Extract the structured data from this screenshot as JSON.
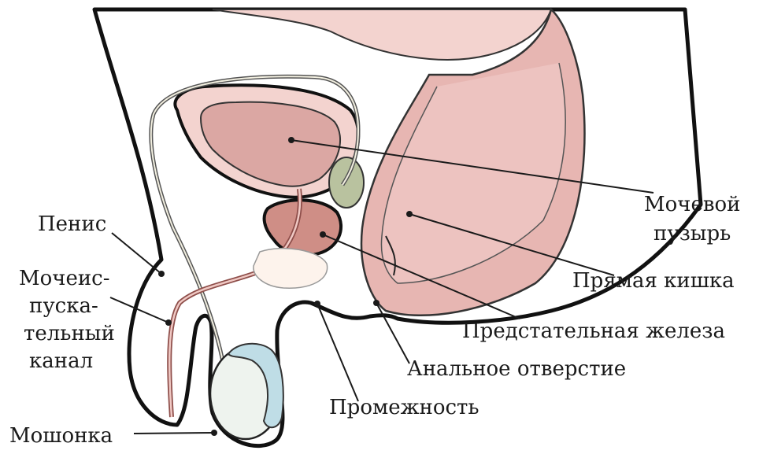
{
  "labels": {
    "bladder": "Мочевой",
    "bladder_2": "пузырь",
    "rectum": "Прямая кишка",
    "prostate": "Предстательная железа",
    "anus": "Анальное отверстие",
    "perineum": "Промежность",
    "scrotum": "Мошонка",
    "penis": "Пенис",
    "urethra_1": "Мочеис-",
    "urethra_2": "пуска-",
    "urethra_3": "тельный",
    "urethra_4": "канал"
  },
  "colors": {
    "skin": "#fbe9e0",
    "tissue": "#f3d3cf",
    "bladder": "#dba7a3",
    "rectum": "#e7b6b2",
    "prostate": "#cf8e86",
    "seminal": "#b9c29f",
    "testis": "#eef3ee",
    "epididymis": "#bfdde6",
    "outline": "#111111"
  }
}
